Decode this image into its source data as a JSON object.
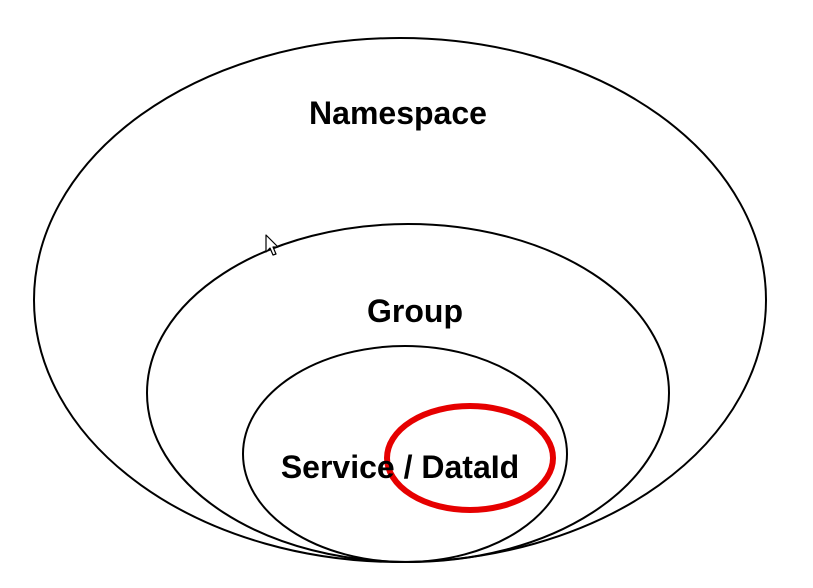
{
  "diagram": {
    "namespace_label": "Namespace",
    "group_label": "Group",
    "service_label": "Service / DataId"
  },
  "colors": {
    "stroke": "#000000",
    "highlight": "#e60000",
    "background": "#ffffff"
  },
  "icons": {
    "cursor": "mouse-pointer-icon"
  }
}
